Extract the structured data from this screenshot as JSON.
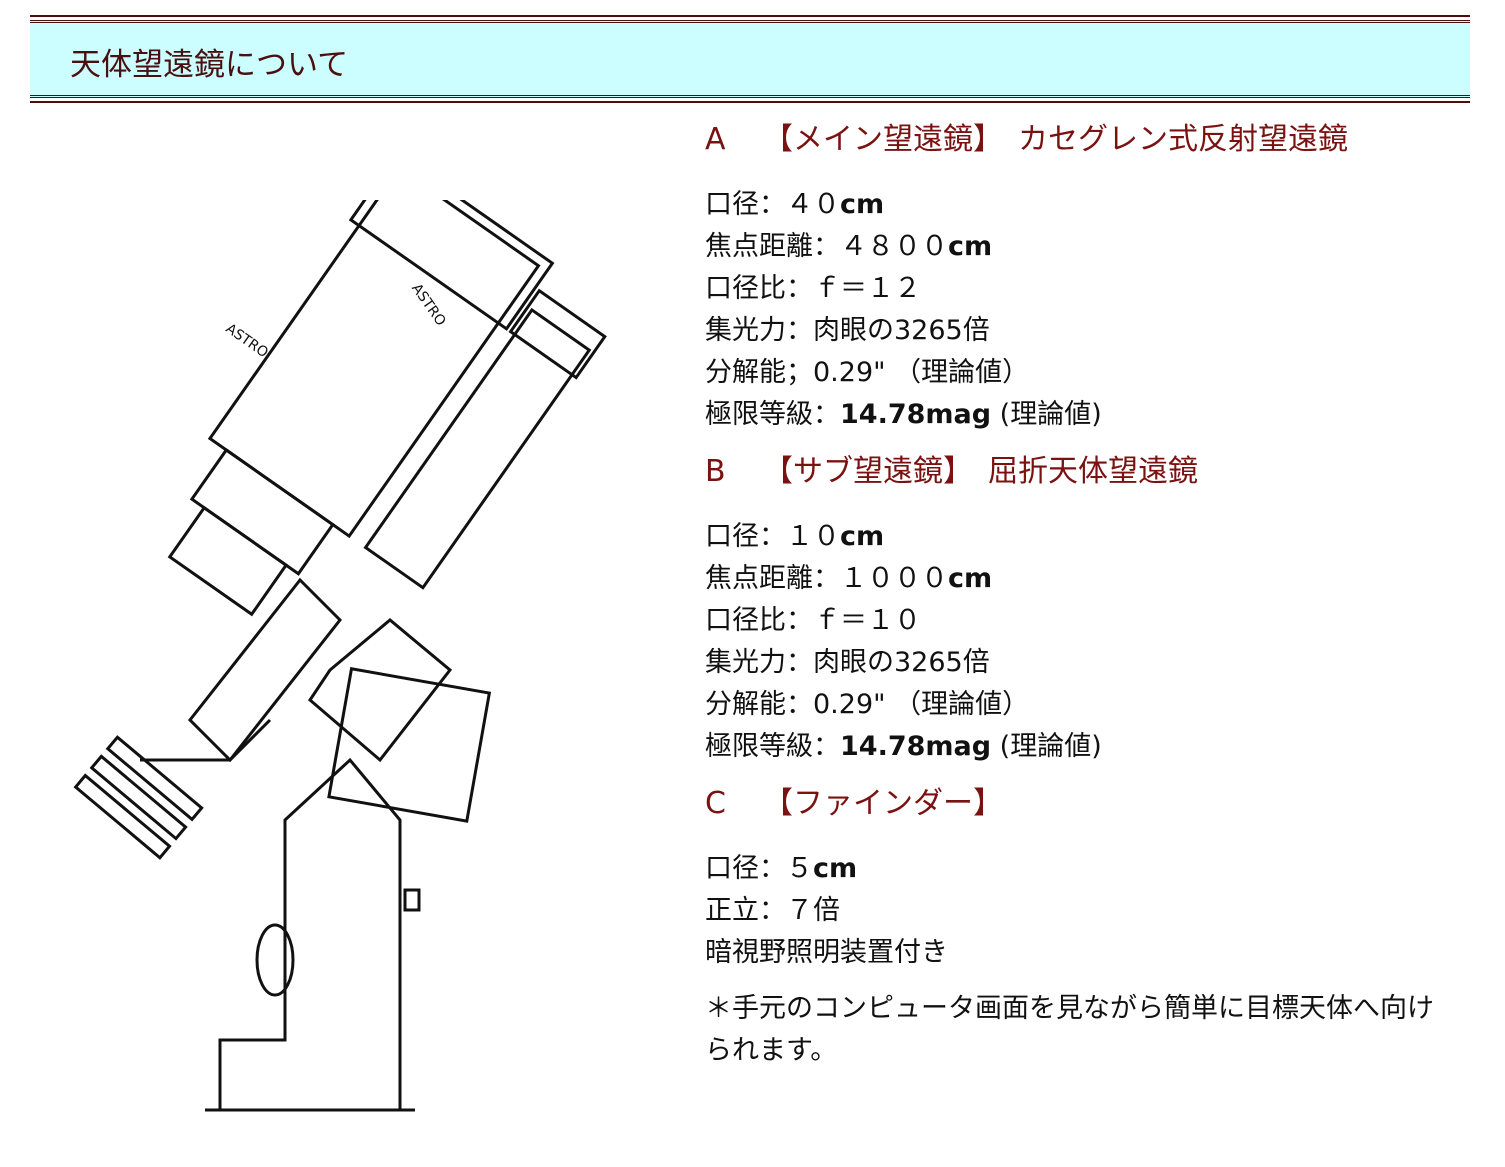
{
  "header": {
    "title": "天体望遠鏡について"
  },
  "illustration": {
    "brand_label": "ASTRO"
  },
  "sections": [
    {
      "letter": "A",
      "title": "【メイン望遠鏡】　カセグレン式反射望遠鏡",
      "lines": [
        {
          "pre": "口径：４０",
          "bold": "cm",
          "post": ""
        },
        {
          "pre": "焦点距離：４８００",
          "bold": "cm",
          "post": ""
        },
        {
          "pre": "口径比：ｆ＝１２",
          "bold": "",
          "post": ""
        },
        {
          "pre": "集光力：肉眼の3265倍",
          "bold": "",
          "post": ""
        },
        {
          "pre": "分解能；0.29\" （理論値）",
          "bold": "",
          "post": ""
        },
        {
          "pre": "極限等級：",
          "bold": "14.78mag",
          "post": " (理論値)"
        }
      ]
    },
    {
      "letter": "B",
      "title": "【サブ望遠鏡】　屈折天体望遠鏡",
      "lines": [
        {
          "pre": "口径：１０",
          "bold": "cm",
          "post": ""
        },
        {
          "pre": "焦点距離：１０００",
          "bold": "cm",
          "post": ""
        },
        {
          "pre": "口径比：ｆ＝１０",
          "bold": "",
          "post": ""
        },
        {
          "pre": "集光力：肉眼の3265倍",
          "bold": "",
          "post": ""
        },
        {
          "pre": "分解能：0.29\" （理論値）",
          "bold": "",
          "post": ""
        },
        {
          "pre": "極限等級：",
          "bold": "14.78mag",
          "post": " (理論値)"
        }
      ]
    },
    {
      "letter": "C",
      "title": "【ファインダー】",
      "lines": [
        {
          "pre": "口径：５",
          "bold": "cm",
          "post": ""
        },
        {
          "pre": "正立：７倍",
          "bold": "",
          "post": ""
        },
        {
          "pre": "暗視野照明装置付き",
          "bold": "",
          "post": ""
        }
      ]
    }
  ],
  "note": "＊手元のコンピュータ画面を見ながら簡単に目標天体へ向けられます。"
}
